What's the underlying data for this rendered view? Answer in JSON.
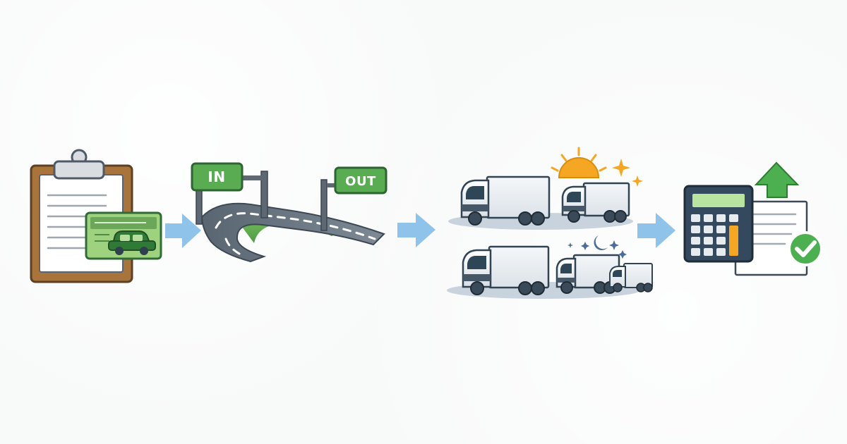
{
  "signs": {
    "entry": "IN",
    "exit": "OUT"
  },
  "steps": [
    {
      "name": "vehicle-registration",
      "icon": "clipboard-with-car-card-icon"
    },
    {
      "name": "highway-usage",
      "icon": "highway-entry-exit-icon"
    },
    {
      "name": "day-and-night-operation",
      "icon": "trucks-day-night-icon"
    },
    {
      "name": "toll-calculation",
      "icon": "calculator-with-approved-document-icon"
    }
  ],
  "colors": {
    "arrow": "#8fc3ea",
    "green": "#59ac51",
    "dark_green": "#2f6b34",
    "navy": "#34495e",
    "orange": "#f5a623",
    "road": "#5a6570"
  }
}
